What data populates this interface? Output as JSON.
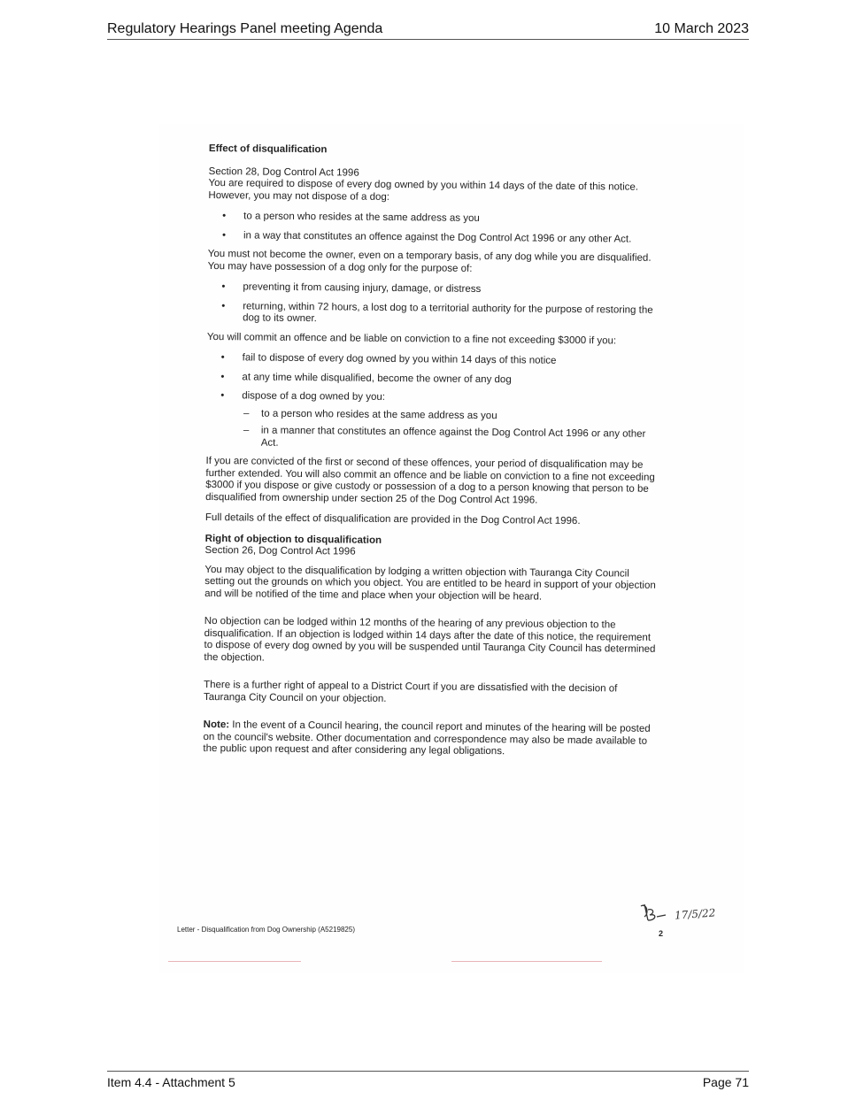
{
  "header": {
    "title": "Regulatory Hearings Panel meeting Agenda",
    "date": "10 March 2023"
  },
  "footer": {
    "item": "Item 4.4 - Attachment 5",
    "page": "Page 71"
  },
  "letter": {
    "heading": "Effect of disqualification",
    "section_ref": "Section 28, Dog Control Act 1996",
    "para1": "You are required to dispose of every dog owned by you within 14 days of the date of this notice.  However, you may not dispose of a dog:",
    "list1": [
      "to a person who resides at the same address as you",
      "in a way that constitutes an offence against the Dog Control Act 1996 or any other Act."
    ],
    "para2": "You must not become the owner, even on a temporary basis, of any dog while you are disqualified. You may have possession of a dog only for the purpose of:",
    "list2": [
      "preventing it from causing injury, damage, or distress",
      "returning, within 72 hours, a lost dog to a territorial authority for the purpose of restoring the dog to its owner."
    ],
    "para3": "You will commit an offence and be liable on conviction to a fine not exceeding $3000 if you:",
    "list3": [
      "fail to dispose of every dog owned by you within 14 days of this notice",
      "at any time while disqualified, become the owner of any dog",
      "dispose of a dog owned by you:"
    ],
    "sublist3": [
      "to a person who resides at the same address as you",
      "in a manner that constitutes an offence against the Dog Control Act 1996 or any other Act."
    ],
    "para4": "If you are convicted of the first or second of these offences, your period of disqualification may be further extended. You will also commit an offence and be liable on conviction to a fine not exceeding $3000 if you dispose or give custody or possession of a dog to a person knowing that person to be disqualified from ownership under section 25 of the Dog Control Act 1996.",
    "para5": "Full details of the effect of disqualification are provided in the Dog Control Act 1996.",
    "heading2": "Right of objection to disqualification",
    "section_ref2": "Section 26, Dog Control Act 1996",
    "para6": "You may object to the disqualification by lodging a written objection with Tauranga City Council setting out the grounds on which you object. You are entitled to be heard in support of your objection and will be notified of the time and place when your objection will be heard.",
    "para7": "No objection can be lodged within 12 months of the hearing of any previous objection to the disqualification. If an objection is lodged within 14 days after the date of this notice, the requirement to dispose of every dog owned by you will be suspended until Tauranga City Council has determined the objection.",
    "para8": "There is a further right of appeal to a District Court if you are dissatisfied with the decision of Tauranga City Council on your objection.",
    "note_label": "Note:",
    "note_text": " In the event of a Council hearing, the council report and minutes of the hearing will be posted on the council's website. Other documentation and correspondence may also be made available to the public upon request and after considering any legal obligations.",
    "doc_footer": "Letter - Disqualification from Dog Ownership (A5219825)",
    "page_number": "2",
    "signature_date": "17/5/22"
  }
}
